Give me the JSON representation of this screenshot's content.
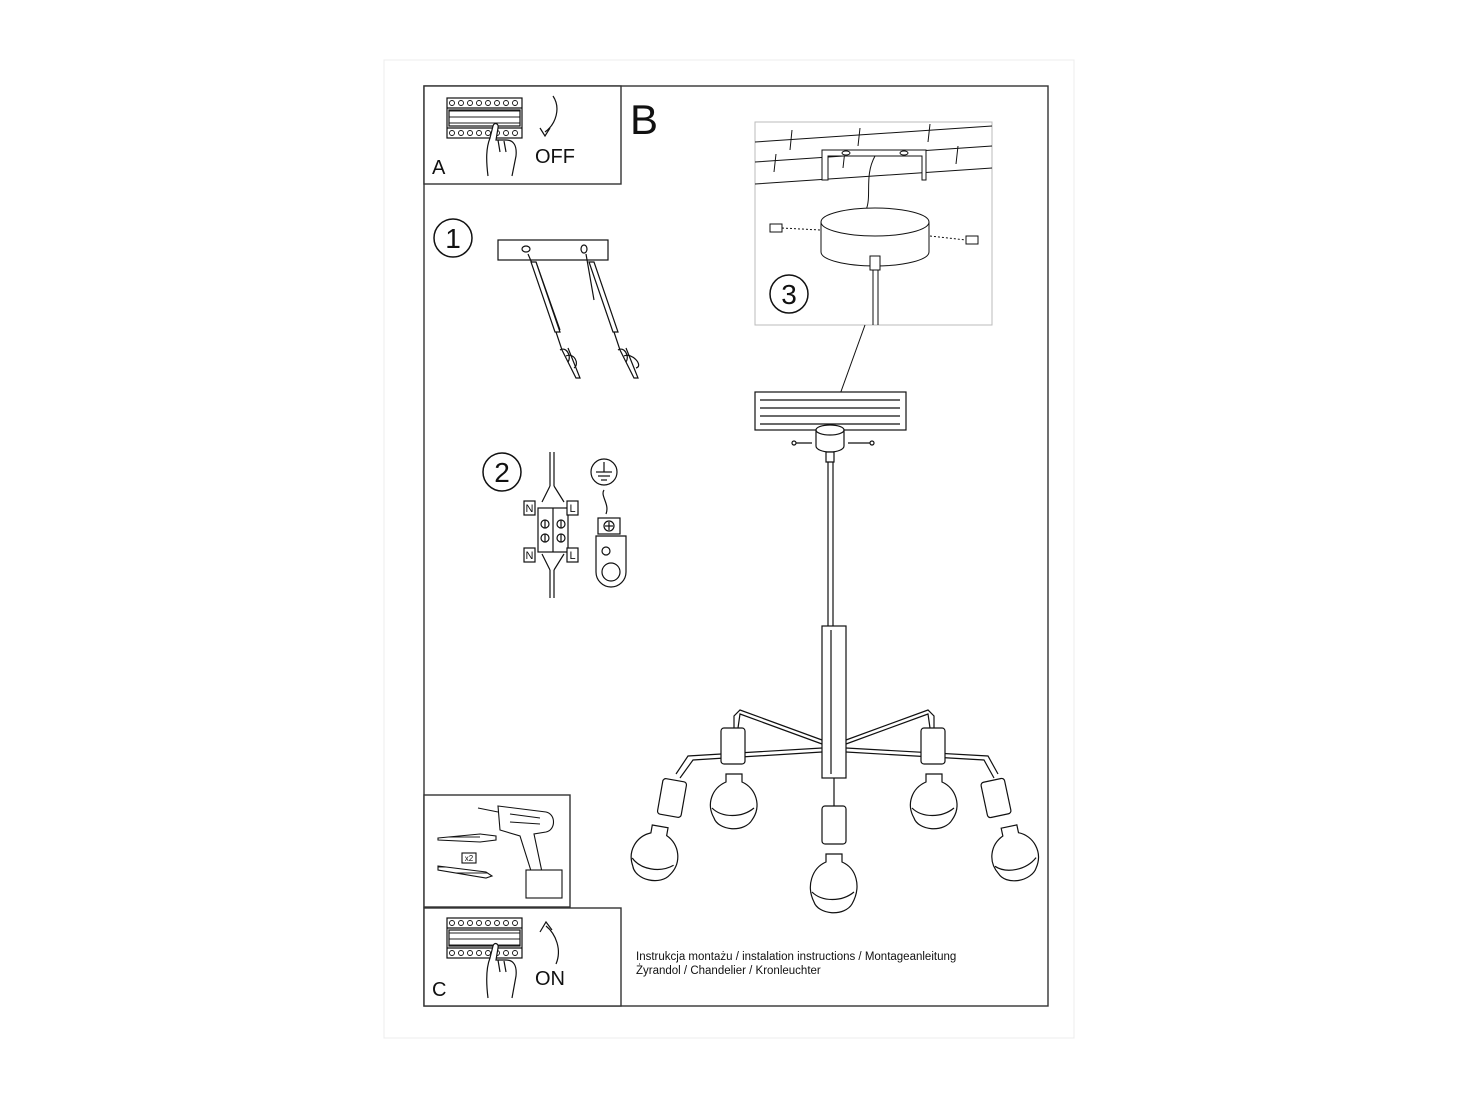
{
  "panel_a": {
    "label": "A",
    "switch_state": "OFF",
    "icon": "breaker-switch-off"
  },
  "panel_b": {
    "label": "B"
  },
  "panel_c": {
    "label": "C",
    "switch_state": "ON",
    "icon": "breaker-switch-on"
  },
  "steps": {
    "step1": "1",
    "step2": "2",
    "step3": "3"
  },
  "wiring": {
    "neutral_top": "N",
    "live_top": "L",
    "neutral_bottom": "N",
    "live_bottom": "L"
  },
  "tools": {
    "quantity": "x2",
    "icon": "power-drill-icon"
  },
  "caption": {
    "line1": "Instrukcja montażu / instalation instructions / Montageanleitung",
    "line2": "Żyrandol / Chandelier / Kronleuchter"
  },
  "colors": {
    "line": "#111111",
    "frame": "#333333",
    "background": "#ffffff"
  }
}
